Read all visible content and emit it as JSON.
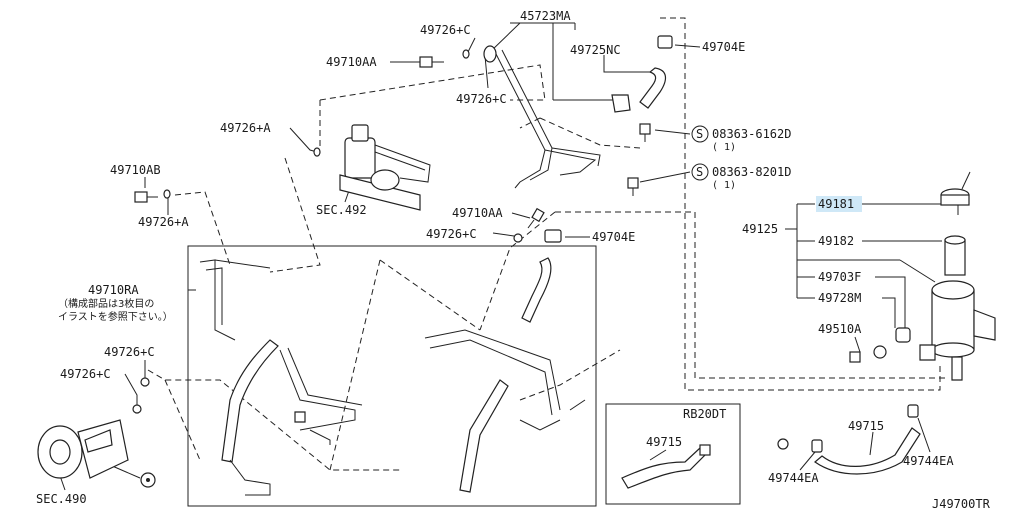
{
  "labels": {
    "l45723ma": "45723MA",
    "l49726c_top": "49726+C",
    "l49710aa_top": "49710AA",
    "l49725nc": "49725NC",
    "l49704e_top": "49704E",
    "l49726c_mid": "49726+C",
    "l49726a_left": "49726+A",
    "l49710ab": "49710AB",
    "l49726a_low": "49726+A",
    "lsec492": "SEC.492",
    "l08363_6162d": "08363-6162D",
    "l08363_6162d_q": "( 1)",
    "l08363_8201d": "08363-8201D",
    "l08363_8201d_q": "( 1)",
    "l49181": "49181",
    "l49125": "49125",
    "l49182": "49182",
    "l49703f": "49703F",
    "l49728m": "49728M",
    "l49510a": "49510A",
    "l49710aa_mid": "49710AA",
    "l49726c_mid2": "49726+C",
    "l49704e_mid": "49704E",
    "l49710ra": "49710RA",
    "l49710ra_note1": "（構成部品は3枚目の",
    "l49710ra_note2": "イラストを参照下さい。）",
    "l49726c_left1": "49726+C",
    "l49726c_left2": "49726+C",
    "lsec490": "SEC.490",
    "lrb20dt": "RB20DT",
    "l49715_box": "49715",
    "l49715_right": "49715",
    "l49744ea_left": "49744EA",
    "l49744ea_right": "49744EA",
    "ldiagram_id": "J49700TR",
    "s_symbol": "S"
  },
  "colors": {
    "highlight": "#cfe8f7",
    "ink": "#222222"
  }
}
